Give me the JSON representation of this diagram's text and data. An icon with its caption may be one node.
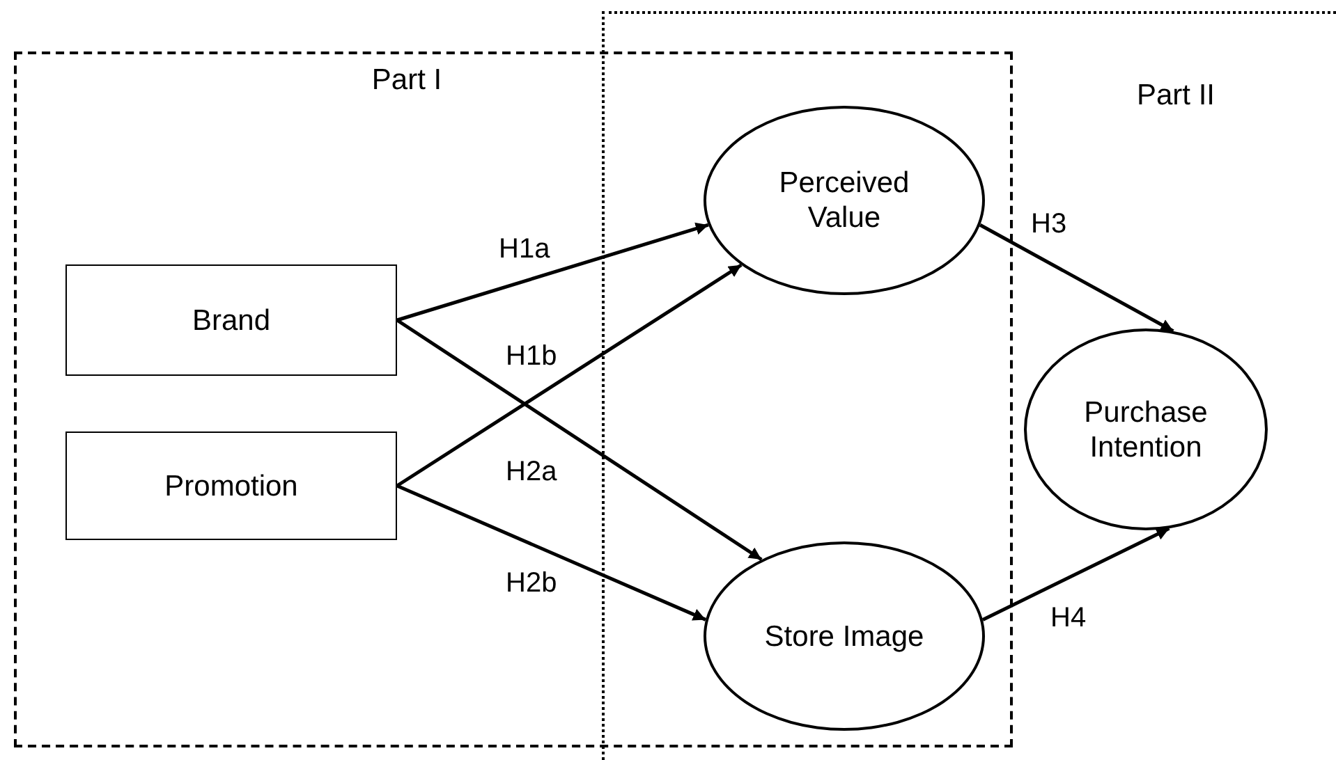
{
  "diagram": {
    "nodes": [
      {
        "text": [
          "Part I"
        ]
      },
      {
        "text": [
          "Part II"
        ]
      },
      {
        "text": [
          "Brand"
        ],
        "in": 0
      },
      {
        "text": [
          "Promotion"
        ],
        "in": 0
      },
      {
        "text": [
          "Perceived Value"
        ]
      },
      {
        "text": [
          "Store Image"
        ]
      },
      {
        "text": [
          "Purchase Intention"
        ],
        "in": 1
      }
    ],
    "edges": [
      {
        "from": 2,
        "to": 4,
        "arrow": "to",
        "label": "H1a"
      },
      {
        "from": 2,
        "to": 5,
        "arrow": "to",
        "label": "H1b"
      },
      {
        "from": 3,
        "to": 4,
        "arrow": "to",
        "label": "H2a"
      },
      {
        "from": 3,
        "to": 5,
        "arrow": "to",
        "label": "H2b"
      },
      {
        "from": 4,
        "to": 6,
        "arrow": "to",
        "label": "H3"
      },
      {
        "from": 5,
        "to": 6,
        "arrow": "to",
        "label": "H4"
      }
    ]
  }
}
